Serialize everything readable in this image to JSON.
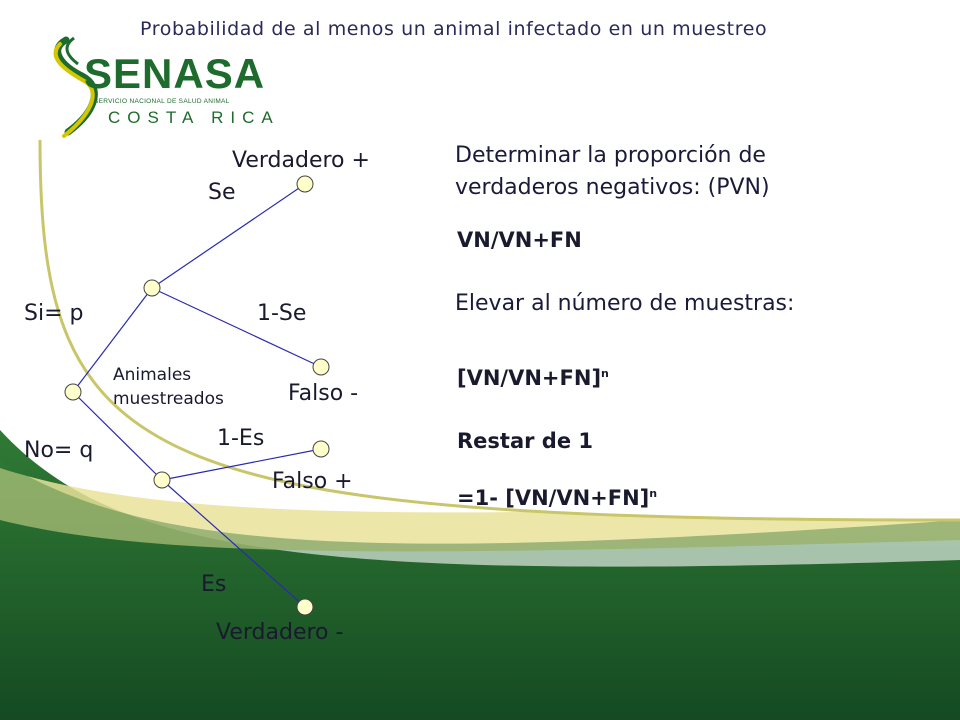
{
  "header": {
    "title": "Probabilidad de al menos un animal infectado en un muestreo"
  },
  "logo": {
    "name": "SENASA",
    "subtitle": "SERVICIO NACIONAL DE SALUD ANIMAL",
    "country": "COSTA RICA"
  },
  "tree": {
    "labels": {
      "verdadero_pos": "Verdadero +",
      "se": "Se",
      "si": "Si= p",
      "one_minus_se": "1-Se",
      "animales": "Animales muestreados",
      "falso_neg": "Falso -",
      "one_minus_es": "1-Es",
      "no": "No= q",
      "falso_pos": "Falso +",
      "es": "Es",
      "verdadero_neg": "Verdadero -"
    }
  },
  "steps": {
    "step1": "Determinar la proporción de verdaderos negativos: (PVN)",
    "formula1": "VN/VN+FN",
    "step2": "Elevar  al número de muestras:",
    "formula2": "[VN/VN+FN]",
    "formula2_exp": "n",
    "step3": "Restar de 1",
    "formula3": "=1- [VN/VN+FN]",
    "formula3_exp": "n"
  },
  "colors": {
    "background_green": "#1d5a2b",
    "accent_yellow": "#d4c700",
    "node_fill": "#ffffcc",
    "line_blue": "#2a2ab0",
    "logo_green": "#1e6b2e"
  }
}
